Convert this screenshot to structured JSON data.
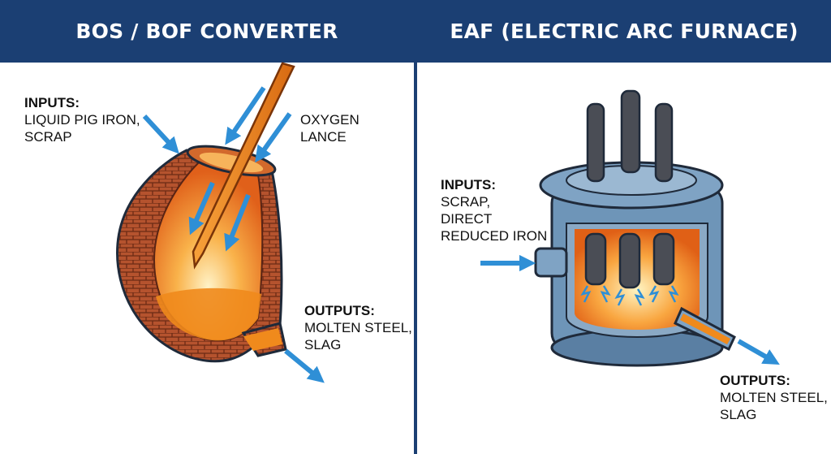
{
  "bof": {
    "title": "BOS / BOF CONVERTER",
    "inputs_heading": "INPUTS:",
    "inputs_text": "LIQUID PIG IRON,\nSCRAP",
    "lance_label": "OXYGEN\nLANCE",
    "outputs_heading": "OUTPUTS:",
    "outputs_text": "MOLTEN STEEL,\nSLAG"
  },
  "eaf": {
    "title": "EAF (ELECTRIC ARC FURNACE)",
    "inputs_heading": "INPUTS:",
    "inputs_text": "SCRAP,\nDIRECT\nREDUCED IRON",
    "outputs_heading": "OUTPUTS:",
    "outputs_text": "MOLTEN STEEL,\nSLAG"
  },
  "colors": {
    "header": "#1b3f73",
    "arrow": "#2f8fd6",
    "brick": "#b5532e",
    "molten": "#f58a1f",
    "furnace": "#6e95b8",
    "electrode": "#4a4d55"
  }
}
